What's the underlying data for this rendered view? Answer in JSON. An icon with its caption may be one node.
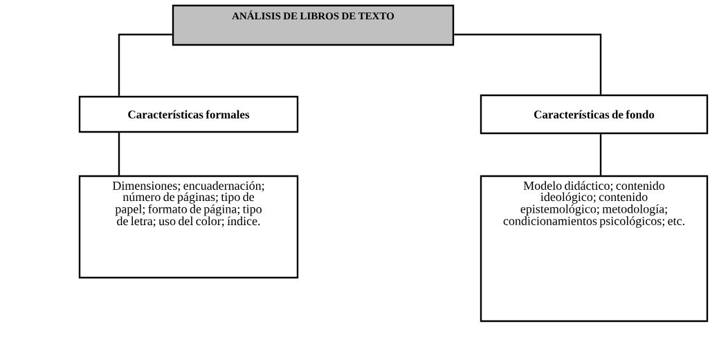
{
  "diagram": {
    "nodes": [
      {
        "text": [
          "ANÁLISIS DE LIBROS DE TEXTO"
        ]
      },
      {
        "text": [
          "Características formales"
        ]
      },
      {
        "text": [
          "Características de fondo"
        ]
      },
      {
        "text": [
          "Dimensiones; encuadernación; número de páginas; tipo de papel; formato de página; tipo de letra; uso del color; índice."
        ]
      },
      {
        "text": [
          "Modelo didáctico; contenido ideológico; contenido epistemológico; metodología; condicionamientos psicológicos; etc."
        ]
      }
    ],
    "edges": [
      {
        "from": 0,
        "to": 1,
        "arrow": "none"
      },
      {
        "from": 0,
        "to": 2,
        "arrow": "none"
      },
      {
        "from": 1,
        "to": 3,
        "arrow": "none"
      },
      {
        "from": 2,
        "to": 4,
        "arrow": "none"
      }
    ]
  }
}
